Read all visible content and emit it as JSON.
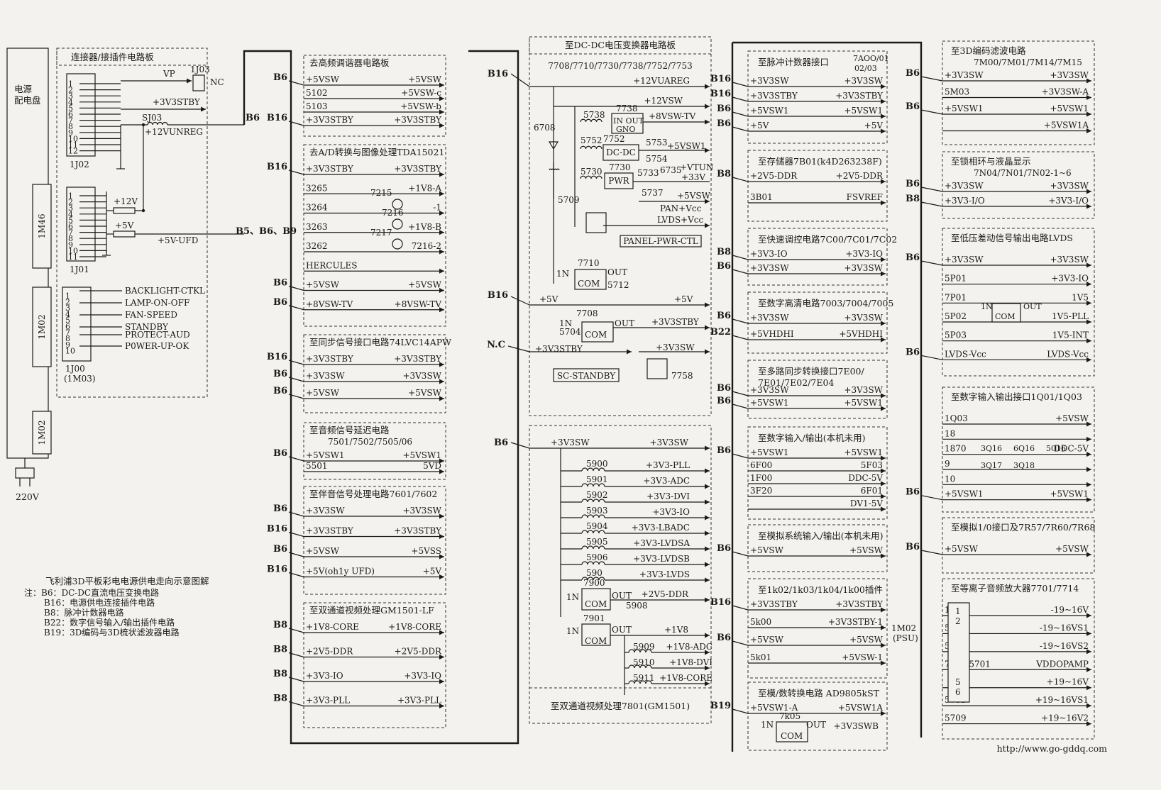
{
  "power_panel": {
    "title": "电源配电盘",
    "modules": [
      "1M46",
      "1M02",
      "1M02"
    ],
    "plug": "220V"
  },
  "connector_board": {
    "title": "连接器/接插件电路板",
    "j02": {
      "name": "1J02",
      "pins": [
        "1",
        "2",
        "3",
        "4",
        "5",
        "6",
        "7",
        "8",
        "9",
        "10",
        "11",
        "12"
      ],
      "signals": [
        "VP",
        "+3V3STBY",
        "SJ03",
        "+12VUNREG"
      ],
      "j03": "1J03",
      "nc": "NC"
    },
    "j01": {
      "name": "1J01",
      "pins": [
        "1",
        "2",
        "3",
        "4",
        "5",
        "6",
        "7",
        "8",
        "9",
        "10",
        "11"
      ],
      "r1": "+12V",
      "r2": "+5V",
      "out": "+5V-UFD"
    },
    "j00": {
      "name": "1J00",
      "sub": "(1M03)",
      "pins": [
        "1",
        "2",
        "3",
        "4",
        "5",
        "6",
        "7",
        "8",
        "9",
        "10"
      ],
      "signals": [
        "BACKLIGHT-CTKL",
        "LAMP-ON-OFF",
        "FAN-SPEED",
        "STANDBY",
        "PROTECT-AUD",
        "P0WER-UP-OK"
      ]
    },
    "out_b6": "B6",
    "out_b5": "B5、B6、B9"
  },
  "col2": [
    {
      "title": "去高频调谐器电路板",
      "rows": [
        {
          "bus": "B6",
          "l": "+5VSW",
          "r": "+5VSW"
        },
        {
          "bus": "",
          "l": "5102",
          "r": "+5VSW-c"
        },
        {
          "bus": "",
          "l": "5103",
          "r": "+5VSW-b"
        },
        {
          "bus": "B16",
          "l": "+3V3STBY",
          "r": "+3V3STBY"
        }
      ]
    },
    {
      "title": "去A/D转换与图像处理TDA15021",
      "rows": [
        {
          "bus": "B16",
          "l": "+3V3STBY",
          "r": "+3V3STBY"
        },
        {
          "bus": "",
          "l": "3265",
          "r": "+1V8-A"
        },
        {
          "bus": "",
          "l": "3264",
          "r": "-1"
        },
        {
          "bus": "",
          "l": "3263",
          "r": "+1V8-B"
        },
        {
          "bus": "",
          "l": "3262",
          "r": "7216-2"
        },
        {
          "bus": "",
          "l": "HERCULES",
          "r": ""
        },
        {
          "bus": "B6",
          "l": "+5VSW",
          "r": "+5VSW"
        },
        {
          "bus": "B6",
          "l": "+8VSW-TV",
          "r": "+8VSW-TV"
        }
      ],
      "parts": [
        "7215",
        "7216",
        "7217"
      ]
    },
    {
      "title": "至同步信号接口电路74LVC14APW",
      "rows": [
        {
          "bus": "B16",
          "l": "+3V3STBY",
          "r": "+3V3STBY"
        },
        {
          "bus": "B6",
          "l": "+3V3SW",
          "r": "+3V3SW"
        },
        {
          "bus": "B6",
          "l": "+5VSW",
          "r": "+5VSW"
        }
      ]
    },
    {
      "title": "至音频信号延迟电路",
      "title2": "7501/7502/7505/06",
      "rows": [
        {
          "bus": "B6",
          "l": "+5VSW1",
          "r": "+5VSW1"
        },
        {
          "bus": "",
          "l": "5501",
          "r": "5VD"
        }
      ]
    },
    {
      "title": "至伴音信号处理电路7601/7602",
      "rows": [
        {
          "bus": "B6",
          "l": "+3V3SW",
          "r": "+3V3SW"
        },
        {
          "bus": "B16",
          "l": "+3V3STBY",
          "r": "+3V3STBY"
        },
        {
          "bus": "B6",
          "l": "+5VSW",
          "r": "+5VSS"
        },
        {
          "bus": "B16",
          "l": "+5V(oh1y UFD)",
          "r": "+5V"
        }
      ]
    },
    {
      "title": "至双通道视频处理GM1501-LF",
      "rows": [
        {
          "bus": "B8",
          "l": "+1V8-CORE",
          "r": "+1V8-CORE"
        },
        {
          "bus": "B8",
          "l": "+2V5-DDR",
          "r": "+2V5-DDR"
        },
        {
          "bus": "B8",
          "l": "+3V3-IO",
          "r": "+3V3-IO"
        },
        {
          "bus": "B8",
          "l": "+3V3-PLL",
          "r": "+3V3-PLL"
        }
      ]
    }
  ],
  "col3": {
    "top": {
      "title": "至DC-DC电压变换器电路板",
      "sub": "7708/7710/7730/7738/7752/7753",
      "bus_left": [
        "B16",
        "B16",
        "N.C"
      ],
      "labels": {
        "l12": "+12VUAREG",
        "l12sw": "+12VSW",
        "c5738": "5738",
        "c7738": "7738",
        "inout": "IN OUT",
        "gno": "GNO",
        "v8": "+8VSW-TV",
        "c6708": "6708",
        "c5752": "5752",
        "c7752": "7752",
        "dcdc": "DC-DC",
        "c5753": "5753",
        "v5sw1": "+5VSW1",
        "c5754": "5754",
        "c5730": "5730",
        "c7730": "7730",
        "pwr": "PWR",
        "c5733": "5733",
        "c6735": "6735",
        "vtun": "+VTUN",
        "v33": "+33V",
        "c5737": "5737",
        "c5709": "5709",
        "v5sw": "+5VSW",
        "pan": "PAN+Vcc",
        "lvds": "LVDS+Vcc",
        "ppc": "PANEL-PWR-CTL",
        "c7710": "7710",
        "in1": "1N",
        "com": "COM",
        "out": "OUT",
        "c5712": "5712",
        "v5": "+5V",
        "c7708": "7708",
        "c5704": "5704",
        "stby": "+3V3STBY",
        "sw": "+3V3SW",
        "scs": "SC-STANDBY",
        "c7758": "7758"
      }
    },
    "bottom": {
      "bus": "B6",
      "title": "至双通道视频处理7801(GM1501)",
      "rows": [
        {
          "c": "",
          "r": "+3V3SW"
        },
        {
          "c": "5900",
          "r": "+3V3-PLL"
        },
        {
          "c": "5901",
          "r": "+3V3-ADC"
        },
        {
          "c": "5902",
          "r": "+3V3-DVI"
        },
        {
          "c": "5903",
          "r": "+3V3-IO"
        },
        {
          "c": "5904",
          "r": "+3V3-LBADC"
        },
        {
          "c": "5905",
          "r": "+3V3-LVDSA"
        },
        {
          "c": "5906",
          "r": "+3V3-LVDSB"
        },
        {
          "c": "590",
          "r": "+3V3-LVDS"
        }
      ],
      "reg1": {
        "n": "7900",
        "in": "1N",
        "com": "COM",
        "out": "OUT",
        "r": "+2V5-DDR",
        "c": "5908"
      },
      "reg2": {
        "n": "7901",
        "in": "1N",
        "com": "COM",
        "out": "OUT",
        "r": "+1V8"
      },
      "tail": [
        {
          "c": "5909",
          "r": "+1V8-ADC"
        },
        {
          "c": "5910",
          "r": "+1V8-DVI"
        },
        {
          "c": "5911",
          "r": "+1V8-CORE"
        }
      ]
    }
  },
  "col4": [
    {
      "title": "至脉冲计数器接口",
      "note1": "7AOO/01",
      "note2": "02/03",
      "rows": [
        {
          "bus": "B16",
          "l": "+3V3SW",
          "r": "+3V3SW"
        },
        {
          "bus": "B16",
          "l": "+3V3STBY",
          "r": "+3V3STBY"
        },
        {
          "bus": "B6",
          "l": "+5VSW1",
          "r": "+5VSW1"
        },
        {
          "bus": "B6",
          "l": "+5V",
          "r": "+5V"
        }
      ]
    },
    {
      "title": "至存储器7B01(k4D263238F)",
      "rows": [
        {
          "bus": "B8",
          "l": "+2V5-DDR",
          "r": "+2V5-DDR"
        },
        {
          "bus": "",
          "l": "3B01",
          "r": "FSVREF"
        }
      ]
    },
    {
      "title": "至快速调控电路7C00/7C01/7C02",
      "rows": [
        {
          "bus": "B8",
          "l": "+3V3-IO",
          "r": "+3V3-IO"
        },
        {
          "bus": "B6",
          "l": "+3V3SW",
          "r": "+3V3SW"
        }
      ]
    },
    {
      "title": "至数字高清电路7003/7004/7005",
      "rows": [
        {
          "bus": "B6",
          "l": "+3V3SW",
          "r": "+3V3SW"
        },
        {
          "bus": "B22",
          "l": "+5VHDHI",
          "r": "+5VHDHI"
        }
      ]
    },
    {
      "title": "至多路同步转换接口7E00/",
      "title2": "7E01/7E02/7E04",
      "rows": [
        {
          "bus": "B6",
          "l": "+3V3SW",
          "r": "+3V3SW"
        },
        {
          "bus": "B6",
          "l": "+5VSW1",
          "r": "+5VSW1"
        }
      ]
    },
    {
      "title": "至数字输入/输出(本机未用)",
      "rows": [
        {
          "bus": "B6",
          "l": "+5VSW1",
          "r": "+5VSW1"
        },
        {
          "bus": "",
          "l": "6F00",
          "r": "5F03"
        },
        {
          "bus": "",
          "l": "1F00",
          "r": "DDC-5V"
        },
        {
          "bus": "",
          "l": "3F20",
          "r": "6F01"
        },
        {
          "bus": "",
          "l": "",
          "r": "DV1-5V"
        }
      ]
    },
    {
      "title": "至模拟系统输入/输出(本机未用)",
      "rows": [
        {
          "bus": "B6",
          "l": "+5VSW",
          "r": "+5VSW"
        }
      ]
    },
    {
      "title": "至1k02/1k03/1k04/1k00插件",
      "rows": [
        {
          "bus": "B16",
          "l": "+3V3STBY",
          "r": "+3V3STBY"
        },
        {
          "bus": "",
          "l": "5k00",
          "r": "+3V3STBY-1"
        },
        {
          "bus": "B6",
          "l": "+5VSW",
          "r": "+5VSW"
        },
        {
          "bus": "",
          "l": "5k01",
          "r": "+5VSW-1"
        }
      ],
      "psu": "1M02",
      "psu2": "(PSU)"
    },
    {
      "title": "至模/数转换电路 AD9805kST",
      "rows": [
        {
          "bus": "B19",
          "l": "+5VSW1-A",
          "r": "+5VSW1A"
        }
      ],
      "reg": {
        "in": "1N",
        "n": "7k05",
        "out": "OUT",
        "r": "+3V3SWB",
        "com": "COM"
      }
    }
  ],
  "col5": [
    {
      "title": "至3D编码滤波电路",
      "title2": "7M00/7M01/7M14/7M15",
      "rows": [
        {
          "bus": "B6",
          "l": "+3V3SW",
          "r": "+3V3SW"
        },
        {
          "bus": "",
          "l": "5M03",
          "r": "+3V3SW-A"
        },
        {
          "bus": "B6",
          "l": "+5VSW1",
          "r": "+5VSW1"
        },
        {
          "bus": "",
          "l": "",
          "r": "+5VSW1A"
        }
      ]
    },
    {
      "title": "至锁相环与液晶显示",
      "title2": "7N04/7N01/7N02-1~6",
      "rows": [
        {
          "bus": "B6",
          "l": "+3V3SW",
          "r": "+3V3SW"
        },
        {
          "bus": "B8",
          "l": "+3V3-I/O",
          "r": "+3V3-I/O"
        }
      ]
    },
    {
      "title": "至低压差动信号输出电路LVDS",
      "rows": [
        {
          "bus": "B6",
          "l": "+3V3SW",
          "r": "+3V3SW"
        },
        {
          "bus": "",
          "l": "5P01",
          "r": "+3V3-IO"
        },
        {
          "bus": "",
          "l": "7P01",
          "r": "1V5"
        },
        {
          "bus": "",
          "l": "5P02",
          "r": "1V5-PLL"
        },
        {
          "bus": "",
          "l": "5P03",
          "r": "1V5-INT"
        },
        {
          "bus": "B6",
          "l": "LVDS-Vcc",
          "r": "LVDS-Vcc"
        }
      ],
      "in": "1N",
      "out": "OUT",
      "com": "COM"
    },
    {
      "title": "至数字输入输出接口1Q01/1Q03",
      "rows": [
        {
          "bus": "",
          "l": "1Q03",
          "r": "+5VSW"
        },
        {
          "bus": "",
          "l": "18",
          "r": ""
        },
        {
          "bus": "",
          "l": "1870",
          "r": "DDC-5V"
        },
        {
          "bus": "",
          "l": "9",
          "r": ""
        },
        {
          "bus": "",
          "l": "10",
          "r": ""
        },
        {
          "bus": "B6",
          "l": "+5VSW1",
          "r": "+5VSW1"
        }
      ],
      "parts": [
        "3Q16",
        "6Q16",
        "5016",
        "3Q17",
        "3Q18"
      ]
    },
    {
      "title": "至模拟1/0接口及7R57/7R60/7R68",
      "rows": [
        {
          "bus": "B6",
          "l": "+5VSW",
          "r": "+5VSW"
        }
      ]
    },
    {
      "title": "至等离子音频放大器7701/7714",
      "rows": [
        {
          "bus": "",
          "l": "1M02",
          "r": "-19~16V"
        },
        {
          "bus": "",
          "l": "5708",
          "r": "-19~16VS1"
        },
        {
          "bus": "",
          "l": "5714",
          "r": "-19~16VS2"
        },
        {
          "bus": "",
          "l": "7702 5701",
          "r": "VDDOPAMP"
        },
        {
          "bus": "",
          "l": "",
          "r": "+19~16V"
        },
        {
          "bus": "",
          "l": "5705",
          "r": "+19~16VS1"
        },
        {
          "bus": "",
          "l": "5709",
          "r": "+19~16V2"
        }
      ],
      "pins": [
        "1",
        "2",
        "5",
        "6"
      ]
    }
  ],
  "legend": {
    "title": "飞利浦3D平板彩电电源供电走向示意图解",
    "lines": [
      "注：B6：DC-DC直流电压变换电路",
      "B16：电源供电连接插件电路",
      "B8：脉冲计数器电路",
      "B22：数字信号输入/输出插件电路",
      "B19：3D编码与3D梳状滤波器电路"
    ]
  },
  "watermark": "http://www.go-gddq.com"
}
